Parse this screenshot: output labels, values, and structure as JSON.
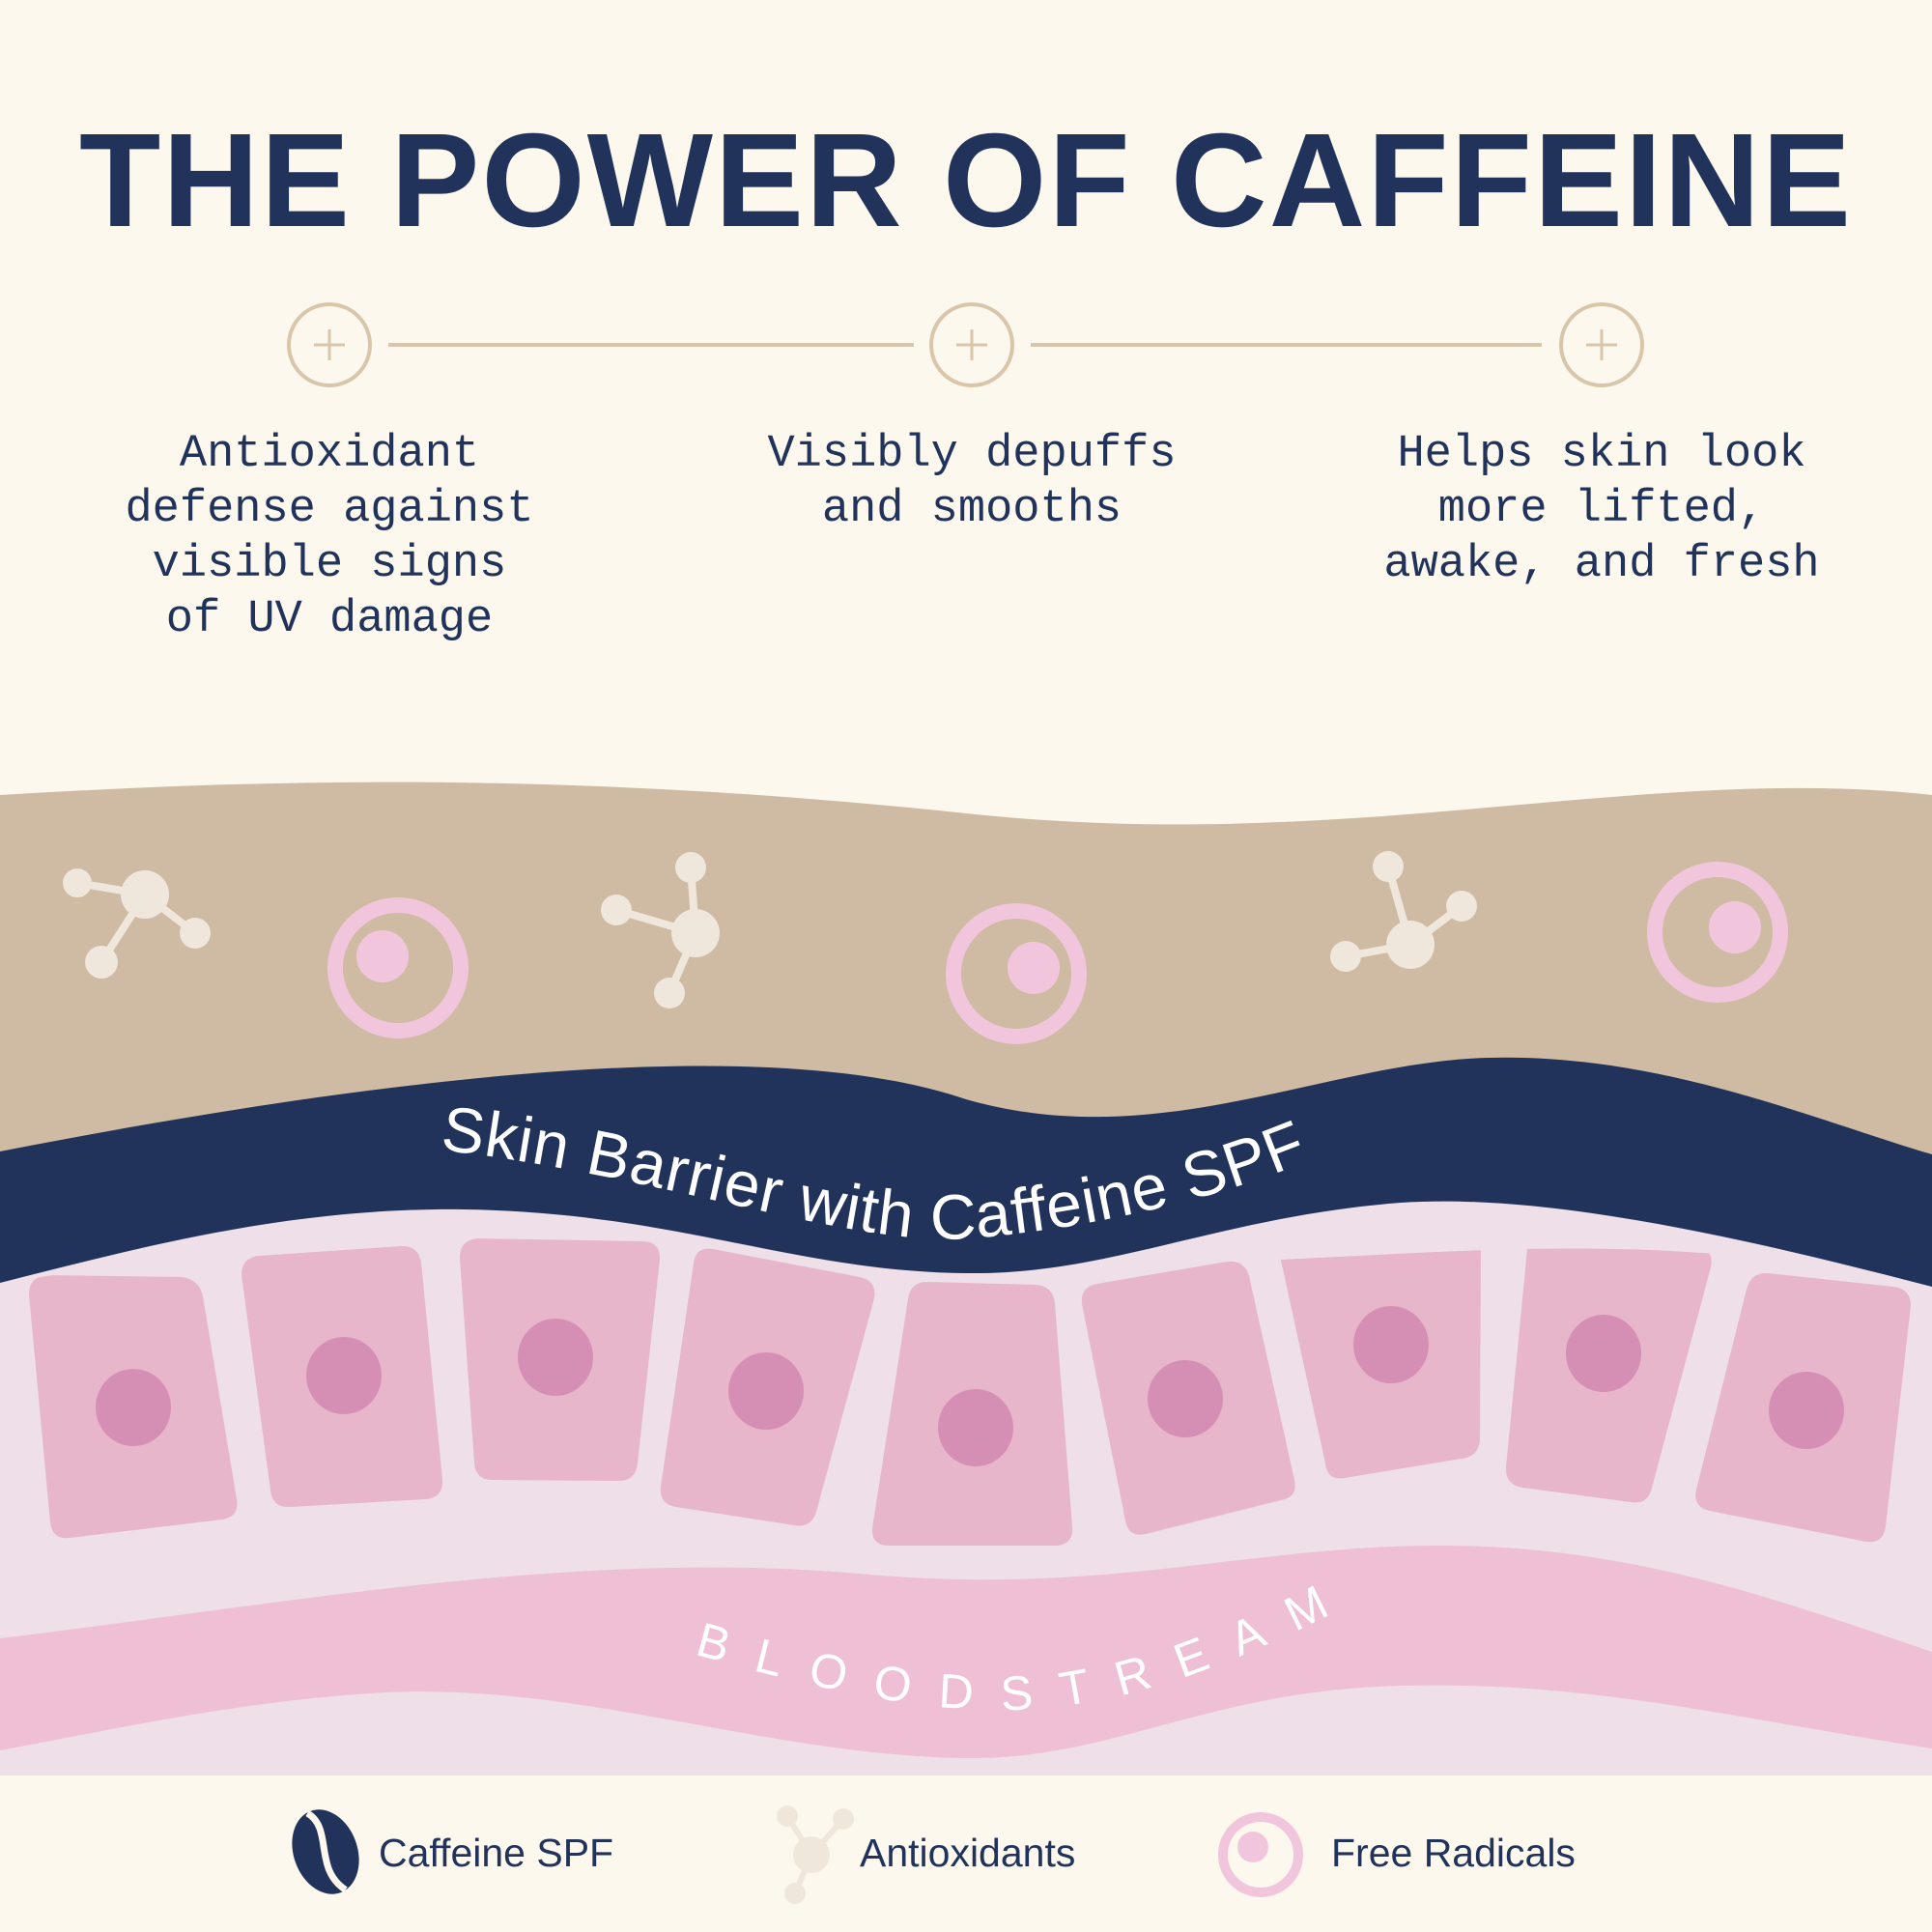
{
  "title": "THE POWER OF CAFFEINE",
  "benefits": [
    {
      "icon": "plus-icon",
      "text": "Antioxidant\ndefense against\nvisible signs\nof UV damage"
    },
    {
      "icon": "plus-icon",
      "text": "Visibly depuffs\nand smooths"
    },
    {
      "icon": "plus-icon",
      "text": "Helps skin look\nmore lifted,\nawake, and fresh"
    }
  ],
  "diagram": {
    "barrier_label": "Skin Barrier with Caffeine SPF",
    "bloodstream_label": "BLOODSTREAM"
  },
  "legend": {
    "items": [
      {
        "icon": "coffee-bean-icon",
        "label": "Caffeine SPF"
      },
      {
        "icon": "molecule-icon",
        "label": "Antioxidants"
      },
      {
        "icon": "free-radical-icon",
        "label": "Free Radicals"
      }
    ]
  },
  "colors": {
    "background": "#fdf8ee",
    "navy": "#21335a",
    "tan": "#cfbaa4",
    "light_pink": "#eedfe8",
    "cell_pink": "#e7b6cb",
    "nucleus": "#d68fb4",
    "blood_pink": "#efbfd5",
    "accent_beige": "#d9c6aa",
    "molecule": "#efe6dc",
    "radical": "#f1c6dc"
  }
}
